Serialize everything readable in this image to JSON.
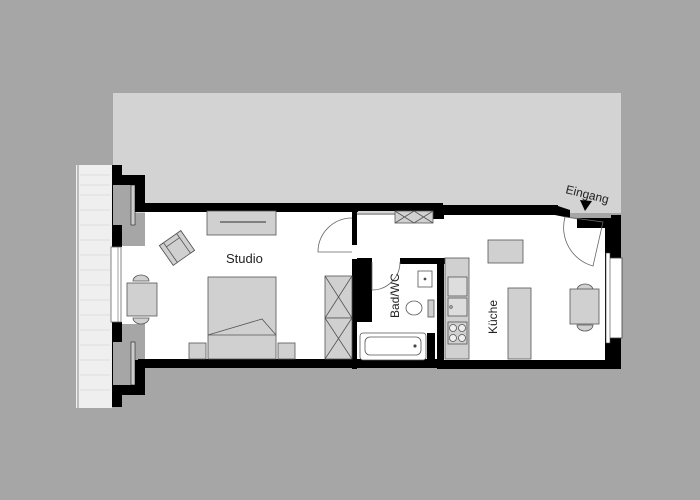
{
  "plan": {
    "colors": {
      "background": "#a6a6a6",
      "terrace": "#d3d3d3",
      "wall": "#000000",
      "floor": "#ffffff",
      "furniture": "#d0d0d0",
      "furniture_stroke": "#555555",
      "balcony": "#efefef"
    },
    "rooms": [
      {
        "id": "studio",
        "label": "Studio"
      },
      {
        "id": "bad",
        "label": "Bad/WC"
      },
      {
        "id": "kueche",
        "label": "Küche"
      }
    ],
    "entrance": {
      "label": "Eingang",
      "icon": "entrance-arrow-icon"
    }
  }
}
